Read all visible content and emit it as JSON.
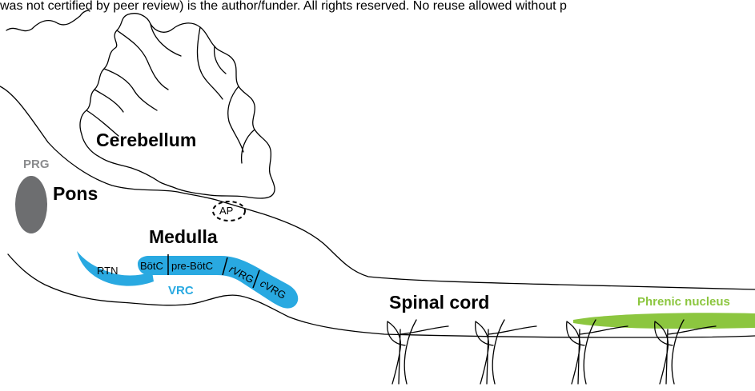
{
  "banner_text": "was not certified by peer review) is the author/funder. All rights reserved. No reuse allowed without p",
  "labels": {
    "cerebellum": "Cerebellum",
    "pons": "Pons",
    "prg": "PRG",
    "medulla": "Medulla",
    "ap": "AP",
    "rtn": "RTN",
    "botc": "BötC",
    "pre_botc": "pre-BötC",
    "rvrg": "rVRG",
    "cvrg": "cVRG",
    "vrc": "VRC",
    "spinal_cord": "Spinal cord",
    "phrenic_nucleus": "Phrenic nucleus"
  },
  "colors": {
    "respiratory_column": "#29a9e1",
    "prg_region": "#6d6e70",
    "phrenic_nucleus": "#8cc63f",
    "outline": "#000000"
  }
}
